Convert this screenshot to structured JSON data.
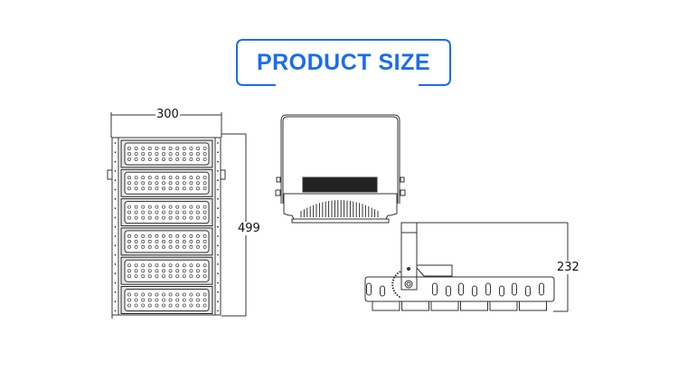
{
  "header": {
    "title": "PRODUCT SIZE",
    "accent_color": "#1a6cf0"
  },
  "dimensions": {
    "width": "300",
    "length": "499",
    "height": "232"
  },
  "front_view": {
    "modules": 6
  },
  "colors": {
    "line": "#333333",
    "module_fill": "#e6e6e6"
  }
}
